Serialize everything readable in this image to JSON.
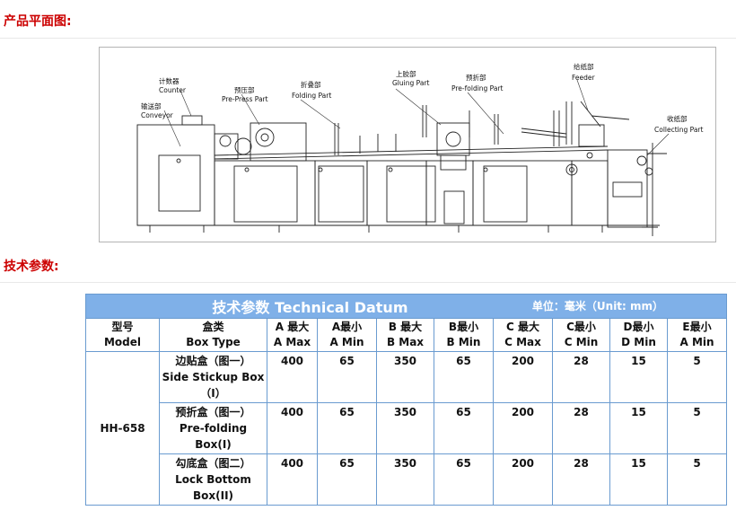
{
  "sections": {
    "plan_title": "产品平面图:",
    "tech_title": "技术参数:"
  },
  "diagram": {
    "labels": {
      "counter": [
        "计数器",
        "Counter"
      ],
      "conveyor": [
        "输送部",
        "Conveyor"
      ],
      "prepress": [
        "预压部",
        "Pre-Press Part"
      ],
      "folding": [
        "折叠部",
        "Folding Part"
      ],
      "gluing": [
        "上胶部",
        "Gluing Part"
      ],
      "prefolding": [
        "预折部",
        "Pre-folding Part"
      ],
      "feeder": [
        "给纸部",
        "Feeder"
      ],
      "collecting": [
        "收纸部",
        "Collecting Part"
      ]
    }
  },
  "table": {
    "title": "技术参数 Technical Datum",
    "unit": "单位：毫米（Unit: mm）",
    "headers": [
      [
        "型号",
        "Model"
      ],
      [
        "盒类",
        "Box Type"
      ],
      [
        "A 最大",
        "A Max"
      ],
      [
        "A最小",
        "A Min"
      ],
      [
        "B 最大",
        "B Max"
      ],
      [
        "B最小",
        "B Min"
      ],
      [
        "C 最大",
        "C Max"
      ],
      [
        "C最小",
        "C Min"
      ],
      [
        "D最小",
        "D Min"
      ],
      [
        "E最小",
        "A Min"
      ]
    ],
    "model": "HH-658",
    "rows": [
      {
        "box": [
          "边贴盒（图一）",
          "Side Stickup Box",
          "（I）"
        ],
        "values": [
          "400",
          "65",
          "350",
          "65",
          "200",
          "28",
          "15",
          "5"
        ]
      },
      {
        "box": [
          "预折盒（图一）",
          "Pre-folding",
          "Box(I)"
        ],
        "values": [
          "400",
          "65",
          "350",
          "65",
          "200",
          "28",
          "15",
          "5"
        ]
      },
      {
        "box": [
          "勾底盒（图二）",
          "Lock Bottom",
          "Box(II)"
        ],
        "values": [
          "400",
          "65",
          "350",
          "65",
          "200",
          "28",
          "15",
          "5"
        ]
      }
    ]
  }
}
